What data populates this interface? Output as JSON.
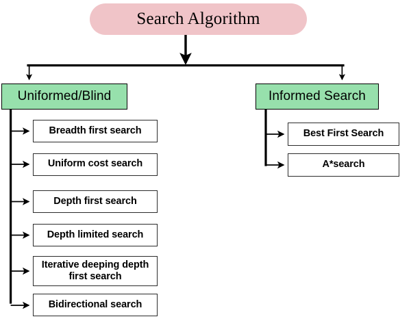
{
  "diagram": {
    "title": "Search Algorithm",
    "type": "tree-hierarchy",
    "colors": {
      "root_fill": "#f0c4c8",
      "category_fill": "#97e0ac",
      "leaf_fill": "#ffffff",
      "stroke": "#000000",
      "background": "#ffffff"
    },
    "root": {
      "label": "Search Algorithm"
    },
    "branches": [
      {
        "label": "Uniformed/Blind",
        "children": [
          {
            "label": "Breadth first search"
          },
          {
            "label": "Uniform cost search"
          },
          {
            "label": "Depth first search"
          },
          {
            "label": "Depth limited search"
          },
          {
            "label": "Iterative deeping depth first search"
          },
          {
            "label": "Bidirectional search"
          }
        ]
      },
      {
        "label": "Informed Search",
        "children": [
          {
            "label": "Best First Search"
          },
          {
            "label": "A*search"
          }
        ]
      }
    ]
  }
}
